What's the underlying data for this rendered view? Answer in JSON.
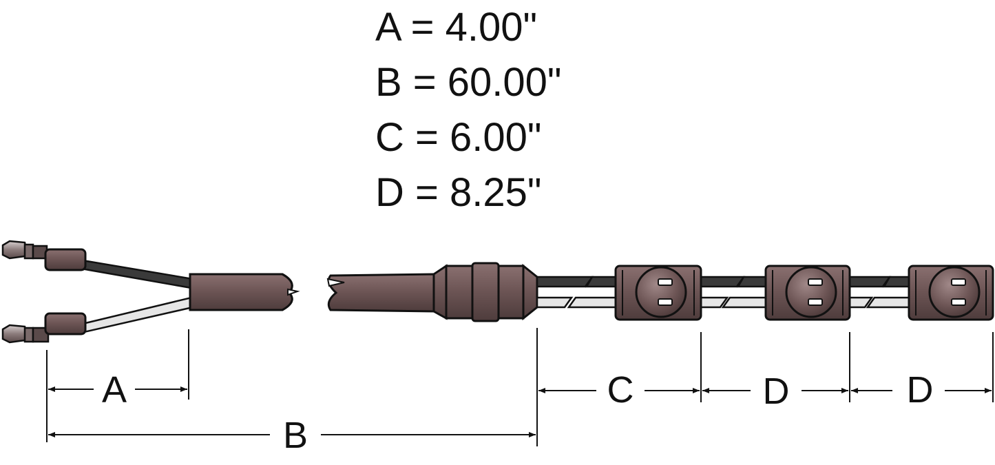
{
  "specs": [
    {
      "key": "A",
      "text": "A = 4.00\""
    },
    {
      "key": "B",
      "text": "B = 60.00\""
    },
    {
      "key": "C",
      "text": "C = 6.00\""
    },
    {
      "key": "D",
      "text": "D = 8.25\""
    }
  ],
  "dimension_labels": {
    "a": "A",
    "b": "B",
    "c": "C",
    "d1": "D",
    "d2": "D"
  },
  "colors": {
    "cable": "#6e5656",
    "cable_dark": "#4a3838",
    "cable_light": "#8c7474",
    "outline": "#111111",
    "white_wire": "#e6e6e6",
    "black_wire": "#3a3a3a"
  }
}
